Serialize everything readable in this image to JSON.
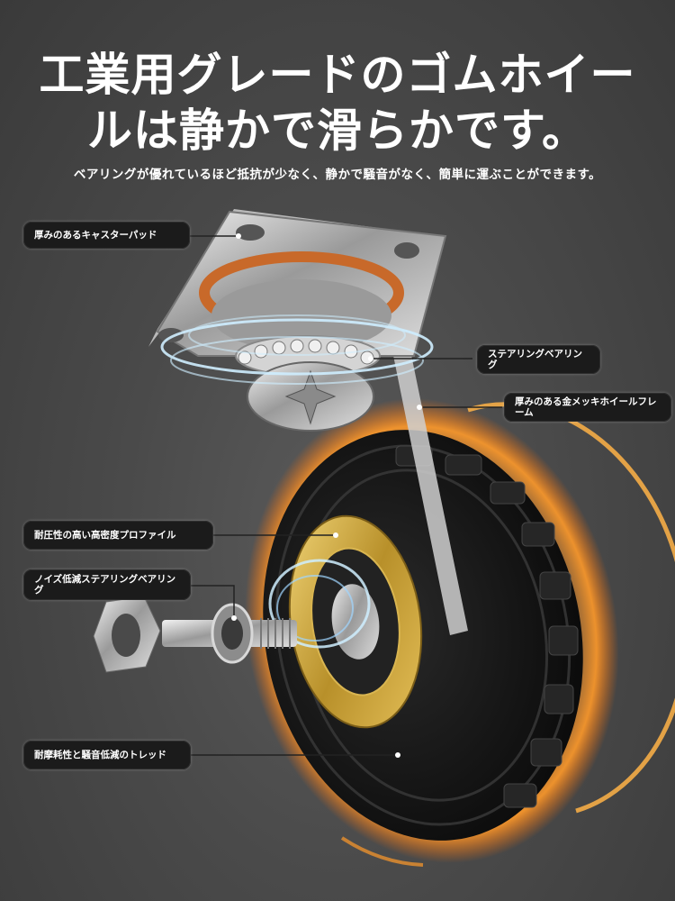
{
  "headline": {
    "line1": "工業用グレードのゴムホイー",
    "line2": "ルは静かで滑らかです。"
  },
  "subheadline": "ベアリングが優れているほど抵抗が少なく、静かで騒音がなく、簡単に運ぶことができます。",
  "callouts": [
    {
      "label": "厚みのあるキャスターパッド"
    },
    {
      "label": "ステアリングベアリング"
    },
    {
      "label": "厚みのある金メッキホイールフレーム"
    },
    {
      "label": "耐圧性の高い高密度プロファイル"
    },
    {
      "label": "ノイズ低減ステアリングベアリング"
    },
    {
      "label": "耐摩耗性と騒音低減のトレッド"
    }
  ],
  "colors": {
    "background": "#4a4a4a",
    "tire": "#151515",
    "rim_gold": "#c9a43a",
    "glow_orange": "#ff8c1a",
    "swirl_blue": "#bfe6ff",
    "callout_bg": "#1b1b1b"
  }
}
